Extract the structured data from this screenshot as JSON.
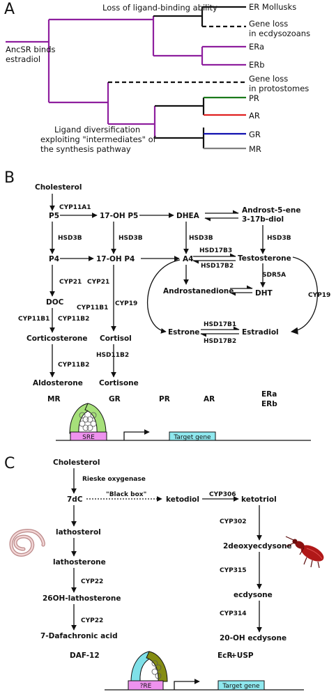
{
  "colors": {
    "purple": "#8e1f9e",
    "green": "#1a7a1a",
    "red": "#e02020",
    "blue": "#1010b0",
    "gray": "#808080",
    "brown": "#5a3a32",
    "olive": "#858d13",
    "receptor_green": "#a6e07a",
    "receptor_cyan": "#7fe0e8",
    "box_pink": "#ee92ee",
    "box_cyan": "#8fe8ee"
  },
  "panel_a": {
    "label": "A",
    "ancestor": [
      "AncSR binds",
      "estradiol"
    ],
    "loss_ligand": "Loss of ligand-binding ability",
    "diversification": [
      "Ligand diversification",
      "exploiting \"intermediates\" of",
      "the synthesis pathway"
    ],
    "leaves": {
      "er_mollusks": "ER Mollusks",
      "gene_loss_ecdysozoans": [
        "Gene loss",
        "in ecdysozoans"
      ],
      "era": "ERa",
      "erb": "ERb",
      "gene_loss_protostomes": [
        "Gene loss",
        "in protostomes"
      ],
      "pr": "PR",
      "ar": "AR",
      "gr": "GR",
      "mr": "MR"
    }
  },
  "panel_b": {
    "label": "B",
    "nodes": {
      "cholesterol": "Cholesterol",
      "p5": "P5",
      "oh17p5": "17-OH P5",
      "dhea": "DHEA",
      "androstenediol": [
        "Androst-5-ene",
        "3-17b-diol"
      ],
      "p4": "P4",
      "oh17p4": "17-OH P4",
      "a4": "A4",
      "testosterone": "Testosterone",
      "doc": "DOC",
      "androstanedione": "Androstanedione",
      "dht": "DHT",
      "corticosterone": "Corticosterone",
      "cortisol": "Cortisol",
      "estrone": "Estrone",
      "estradiol": "Estradiol",
      "aldosterone": "Aldosterone",
      "cortisone": "Cortisone"
    },
    "enzymes": {
      "cyp11a1": "CYP11A1",
      "hsd3b_1": "HSD3B",
      "hsd3b_2": "HSD3B",
      "hsd3b_3": "HSD3B",
      "hsd3b_4": "HSD3B",
      "hsd17b3": "HSD17B3",
      "hsd17b2_a": "HSD17B2",
      "cyp21_1": "CYP21",
      "cyp21_2": "CYP21",
      "srd5a": "SDR5A",
      "cyp19_1": "CYP19",
      "cyp19_2": "CYP19",
      "cyp11b1_1": "CYP11B1",
      "cyp11b2_1": "CYP11B2",
      "cyp11b1_2": "CYP11B1",
      "hsd17b1": "HSD17B1",
      "hsd17b2_b": "HSD17B2",
      "cyp11b2_2": "CYP11B2",
      "hsd11b2": "HSD11B2"
    },
    "receptors": {
      "mr": "MR",
      "gr": "GR",
      "pr": "PR",
      "ar": "AR",
      "era": "ERa",
      "erb": "ERb"
    },
    "element": "SRE",
    "target": "Target gene"
  },
  "panel_c": {
    "label": "C",
    "nodes": {
      "cholesterol": "Cholesterol",
      "dc7": "7dC",
      "lathosterol": "lathosterol",
      "lathosterone": "lathosterone",
      "oh26": "26OH-lathosterone",
      "dafachronic": "7-Dafachronic acid",
      "ketodiol": "ketodiol",
      "ketotriol": "ketotriol",
      "deoxyecdysone": "2deoxyecdysone",
      "ecdysone": "ecdysone",
      "oh20": "20-OH ecdysone"
    },
    "enzymes": {
      "rieske": "Rieske oxygenase",
      "black_box": "\"Black box\"",
      "cyp306": "CYP306",
      "cyp302": "CYP302",
      "cyp22_1": "CYP22",
      "cyp315": "CYP315",
      "cyp22_2": "CYP22",
      "cyp314": "CYP314"
    },
    "daf12": "DAF-12",
    "ecr": "EcR",
    "usp": " +USP",
    "element": "?RE",
    "target": "Target gene"
  }
}
